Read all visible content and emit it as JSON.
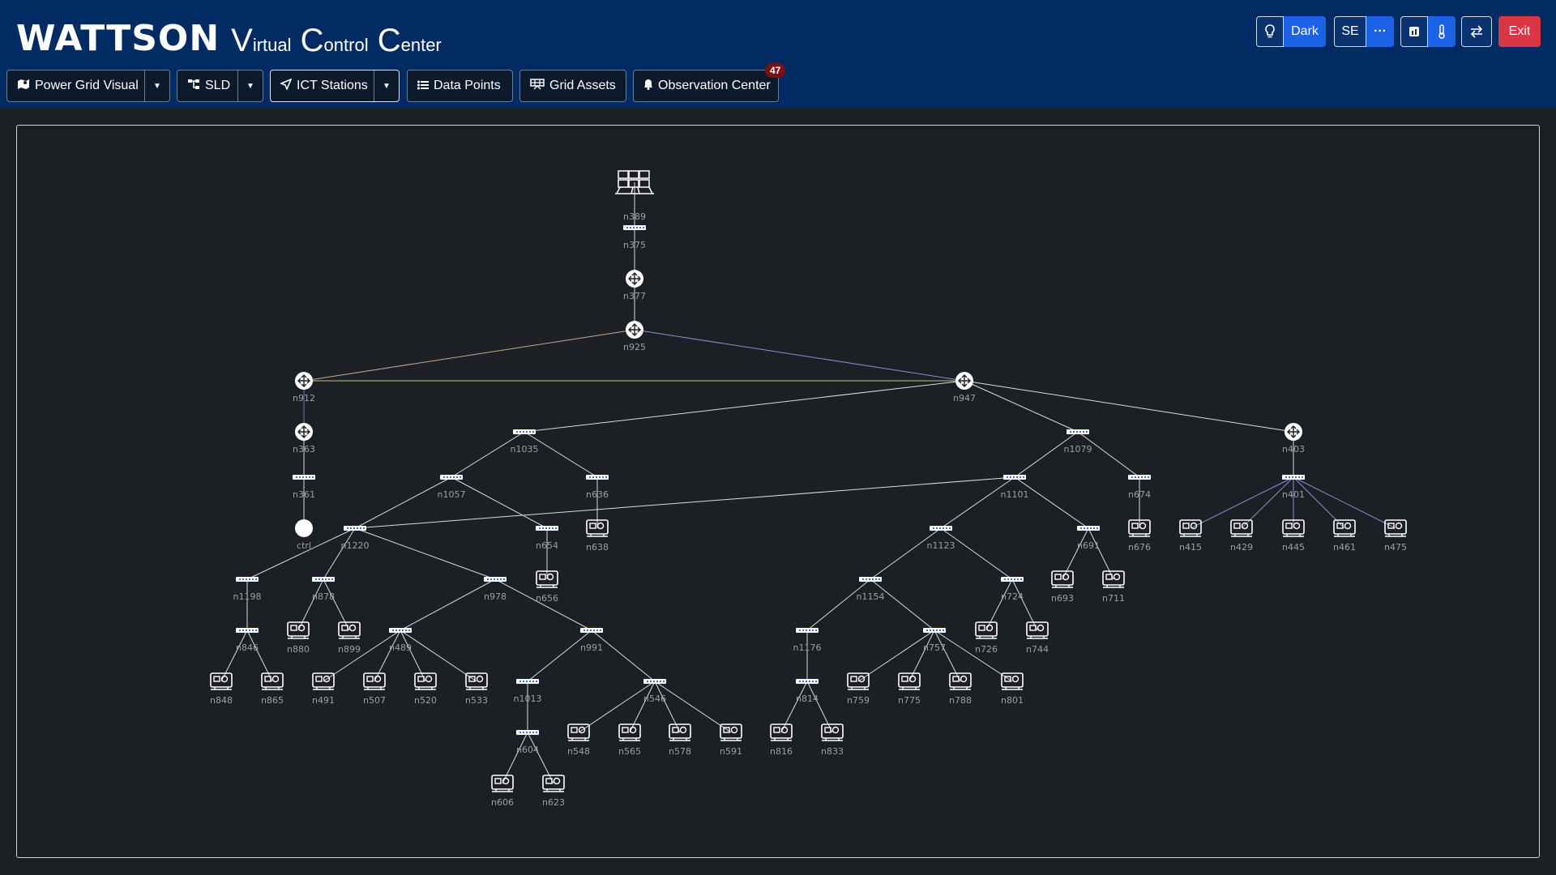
{
  "app": {
    "logo": "WATTSON",
    "subtitle_v": "V",
    "subtitle_irtual": "irtual",
    "subtitle_c": "C",
    "subtitle_ontrol": "ontrol",
    "subtitle_c2": "C",
    "subtitle_enter": "enter"
  },
  "topbar": {
    "theme_label": "Dark",
    "user_label": "SE",
    "more_label": "···",
    "exit_label": "Exit"
  },
  "nav": {
    "items": [
      {
        "label": "Power Grid Visual",
        "icon": "map-icon"
      },
      {
        "label": "SLD",
        "icon": "sitemap-icon"
      },
      {
        "label": "ICT Stations",
        "icon": "location-arrow-icon"
      },
      {
        "label": "Data Points",
        "icon": "list-icon"
      },
      {
        "label": "Grid Assets",
        "icon": "grid-assets-icon"
      },
      {
        "label": "Observation Center",
        "icon": "bell-icon"
      }
    ],
    "notification_count": "47"
  },
  "graph": {
    "nodes": [
      {
        "id": "n389",
        "type": "server"
      },
      {
        "id": "n375",
        "type": "switch"
      },
      {
        "id": "n377",
        "type": "router"
      },
      {
        "id": "n925",
        "type": "router"
      },
      {
        "id": "n912",
        "type": "router"
      },
      {
        "id": "n947",
        "type": "router"
      },
      {
        "id": "n363",
        "type": "router"
      },
      {
        "id": "n361",
        "type": "switch"
      },
      {
        "id": "ctrl",
        "type": "circle"
      },
      {
        "id": "n1035",
        "type": "switch"
      },
      {
        "id": "n1079",
        "type": "switch"
      },
      {
        "id": "n403",
        "type": "router"
      },
      {
        "id": "n1057",
        "type": "switch"
      },
      {
        "id": "n636",
        "type": "switch"
      },
      {
        "id": "n638",
        "type": "device"
      },
      {
        "id": "n1220",
        "type": "switch"
      },
      {
        "id": "n654",
        "type": "switch"
      },
      {
        "id": "n656",
        "type": "device"
      },
      {
        "id": "n1101",
        "type": "switch"
      },
      {
        "id": "n674",
        "type": "switch"
      },
      {
        "id": "n676",
        "type": "device"
      },
      {
        "id": "n401",
        "type": "switch"
      },
      {
        "id": "n415",
        "type": "device"
      },
      {
        "id": "n429",
        "type": "device"
      },
      {
        "id": "n445",
        "type": "device"
      },
      {
        "id": "n461",
        "type": "device"
      },
      {
        "id": "n475",
        "type": "device"
      },
      {
        "id": "n1123",
        "type": "switch"
      },
      {
        "id": "n691",
        "type": "switch"
      },
      {
        "id": "n693",
        "type": "device"
      },
      {
        "id": "n711",
        "type": "device"
      },
      {
        "id": "n1198",
        "type": "switch"
      },
      {
        "id": "n878",
        "type": "switch"
      },
      {
        "id": "n978",
        "type": "switch"
      },
      {
        "id": "n846",
        "type": "switch"
      },
      {
        "id": "n848",
        "type": "device"
      },
      {
        "id": "n865",
        "type": "device"
      },
      {
        "id": "n880",
        "type": "device"
      },
      {
        "id": "n899",
        "type": "device"
      },
      {
        "id": "n489",
        "type": "switch"
      },
      {
        "id": "n491",
        "type": "device"
      },
      {
        "id": "n507",
        "type": "device"
      },
      {
        "id": "n520",
        "type": "device"
      },
      {
        "id": "n533",
        "type": "device"
      },
      {
        "id": "n991",
        "type": "switch"
      },
      {
        "id": "n1013",
        "type": "switch"
      },
      {
        "id": "n546",
        "type": "switch"
      },
      {
        "id": "n548",
        "type": "device"
      },
      {
        "id": "n565",
        "type": "device"
      },
      {
        "id": "n578",
        "type": "device"
      },
      {
        "id": "n591",
        "type": "device"
      },
      {
        "id": "n604",
        "type": "switch"
      },
      {
        "id": "n606",
        "type": "device"
      },
      {
        "id": "n623",
        "type": "device"
      },
      {
        "id": "n1154",
        "type": "switch"
      },
      {
        "id": "n724",
        "type": "switch"
      },
      {
        "id": "n726",
        "type": "device"
      },
      {
        "id": "n744",
        "type": "device"
      },
      {
        "id": "n1176",
        "type": "switch"
      },
      {
        "id": "n757",
        "type": "switch"
      },
      {
        "id": "n759",
        "type": "device"
      },
      {
        "id": "n775",
        "type": "device"
      },
      {
        "id": "n788",
        "type": "device"
      },
      {
        "id": "n801",
        "type": "device"
      },
      {
        "id": "n814",
        "type": "switch"
      },
      {
        "id": "n816",
        "type": "device"
      },
      {
        "id": "n833",
        "type": "device"
      }
    ],
    "edges": [
      [
        "n389",
        "n375",
        "default"
      ],
      [
        "n375",
        "n377",
        "default"
      ],
      [
        "n377",
        "n925",
        "default"
      ],
      [
        "n925",
        "n912",
        "tan"
      ],
      [
        "n925",
        "n947",
        "purple"
      ],
      [
        "n912",
        "n947",
        "yellow"
      ],
      [
        "n912",
        "n363",
        "blue"
      ],
      [
        "n363",
        "n361",
        "default"
      ],
      [
        "n361",
        "ctrl",
        "default"
      ],
      [
        "n947",
        "n1035",
        "default"
      ],
      [
        "n947",
        "n1079",
        "default"
      ],
      [
        "n947",
        "n403",
        "default"
      ],
      [
        "n1035",
        "n1057",
        "default"
      ],
      [
        "n1035",
        "n636",
        "default"
      ],
      [
        "n636",
        "n638",
        "default"
      ],
      [
        "n1057",
        "n1220",
        "default"
      ],
      [
        "n1057",
        "n654",
        "default"
      ],
      [
        "n654",
        "n656",
        "default"
      ],
      [
        "n1079",
        "n1101",
        "default"
      ],
      [
        "n1079",
        "n674",
        "default"
      ],
      [
        "n674",
        "n676",
        "default"
      ],
      [
        "n1101",
        "n1220",
        "default"
      ],
      [
        "n403",
        "n401",
        "default"
      ],
      [
        "n401",
        "n415",
        "purple"
      ],
      [
        "n401",
        "n429",
        "purple"
      ],
      [
        "n401",
        "n445",
        "purple"
      ],
      [
        "n401",
        "n461",
        "purple"
      ],
      [
        "n401",
        "n475",
        "purple"
      ],
      [
        "n1101",
        "n1123",
        "default"
      ],
      [
        "n1101",
        "n691",
        "default"
      ],
      [
        "n691",
        "n693",
        "default"
      ],
      [
        "n691",
        "n711",
        "default"
      ],
      [
        "n1220",
        "n1198",
        "default"
      ],
      [
        "n1220",
        "n878",
        "default"
      ],
      [
        "n1220",
        "n978",
        "default"
      ],
      [
        "n1198",
        "n846",
        "default"
      ],
      [
        "n846",
        "n848",
        "default"
      ],
      [
        "n846",
        "n865",
        "default"
      ],
      [
        "n878",
        "n880",
        "default"
      ],
      [
        "n878",
        "n899",
        "default"
      ],
      [
        "n978",
        "n489",
        "default"
      ],
      [
        "n978",
        "n991",
        "default"
      ],
      [
        "n489",
        "n491",
        "default"
      ],
      [
        "n489",
        "n507",
        "default"
      ],
      [
        "n489",
        "n520",
        "default"
      ],
      [
        "n489",
        "n533",
        "default"
      ],
      [
        "n991",
        "n1013",
        "default"
      ],
      [
        "n991",
        "n546",
        "default"
      ],
      [
        "n546",
        "n548",
        "default"
      ],
      [
        "n546",
        "n565",
        "default"
      ],
      [
        "n546",
        "n578",
        "default"
      ],
      [
        "n546",
        "n591",
        "default"
      ],
      [
        "n1013",
        "n604",
        "default"
      ],
      [
        "n604",
        "n606",
        "default"
      ],
      [
        "n604",
        "n623",
        "default"
      ],
      [
        "n1123",
        "n1154",
        "default"
      ],
      [
        "n1123",
        "n724",
        "default"
      ],
      [
        "n724",
        "n726",
        "default"
      ],
      [
        "n724",
        "n744",
        "default"
      ],
      [
        "n1154",
        "n1176",
        "default"
      ],
      [
        "n1154",
        "n757",
        "default"
      ],
      [
        "n757",
        "n759",
        "default"
      ],
      [
        "n757",
        "n775",
        "default"
      ],
      [
        "n757",
        "n788",
        "default"
      ],
      [
        "n757",
        "n801",
        "default"
      ],
      [
        "n1176",
        "n814",
        "default"
      ],
      [
        "n814",
        "n816",
        "default"
      ],
      [
        "n814",
        "n833",
        "default"
      ]
    ],
    "edge_colors": {
      "default": "#d9dde3",
      "tan": "#c7a98f",
      "purple": "#8f8cd6",
      "yellow": "#c9c08a",
      "blue": "#5f7fc0"
    }
  }
}
